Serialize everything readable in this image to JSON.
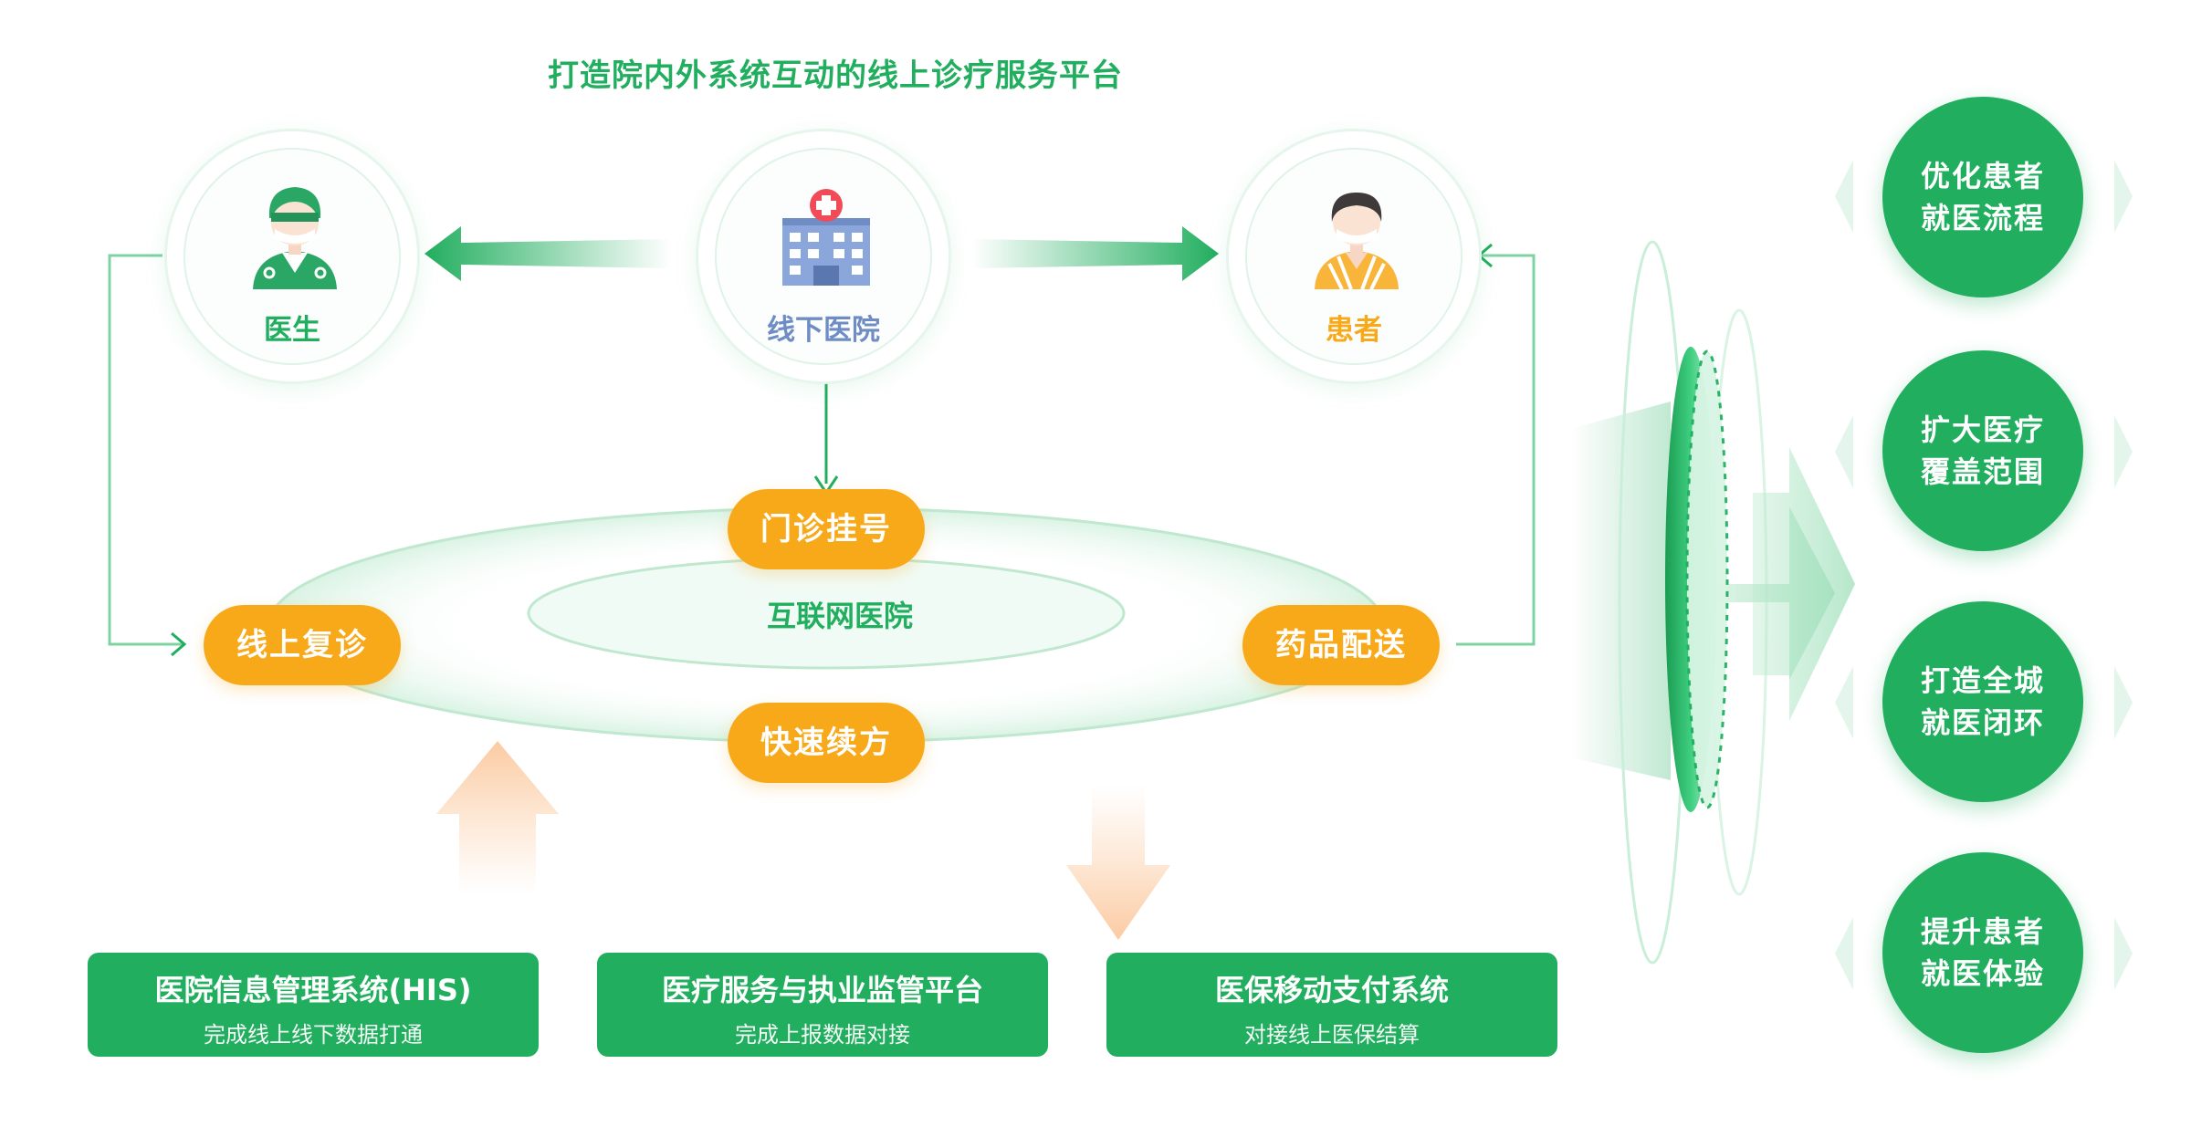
{
  "title": "打造院内外系统互动的线上诊疗服务平台",
  "nodes": {
    "doctor": {
      "label": "医生"
    },
    "hospital": {
      "label": "线下医院"
    },
    "patient": {
      "label": "患者"
    }
  },
  "ring": {
    "label": "互联网医院",
    "services": {
      "top": "门诊挂号",
      "left": "线上复诊",
      "right": "药品配送",
      "bottom": "快速续方"
    }
  },
  "systems": [
    {
      "title": "医院信息管理系统(HIS)",
      "subtitle": "完成线上线下数据打通"
    },
    {
      "title": "医疗服务与执业监管平台",
      "subtitle": "完成上报数据对接"
    },
    {
      "title": "医保移动支付系统",
      "subtitle": "对接线上医保结算"
    }
  ],
  "benefits": [
    {
      "line1": "优化患者",
      "line2": "就医流程"
    },
    {
      "line1": "扩大医疗",
      "line2": "覆盖范围"
    },
    {
      "line1": "打造全城",
      "line2": "就医闭环"
    },
    {
      "line1": "提升患者",
      "line2": "就医体验"
    }
  ],
  "colors": {
    "green": "#22ae5f",
    "orange": "#f8a91a",
    "light_green": "#e6f6ec",
    "hospital_blue": "#6f8cc4"
  }
}
